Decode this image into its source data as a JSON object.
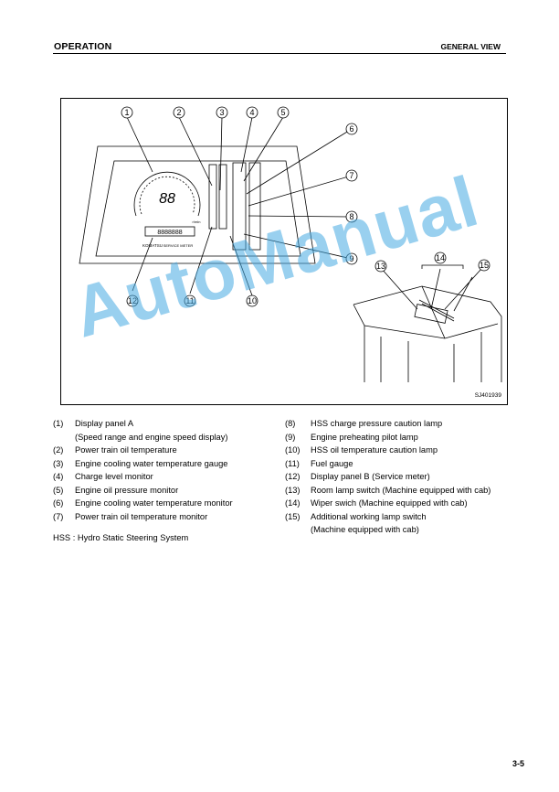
{
  "header": {
    "section": "OPERATION",
    "title": "GENERAL VIEW"
  },
  "figure": {
    "code": "SJ401939",
    "callouts": [
      "1",
      "2",
      "3",
      "4",
      "5",
      "6",
      "7",
      "8",
      "9",
      "10",
      "11",
      "12",
      "13",
      "14",
      "15"
    ],
    "panel": {
      "digits": "88",
      "counter": "8888888",
      "brand": "KOMATSU",
      "meter_caption": "SERVICE METER",
      "rpm_label": "r/min"
    }
  },
  "legend_left": [
    {
      "num": "(1)",
      "text": "Display panel A",
      "cont": "(Speed range and engine speed display)"
    },
    {
      "num": "(2)",
      "text": "Power train oil temperature"
    },
    {
      "num": "(3)",
      "text": "Engine cooling water temperature gauge"
    },
    {
      "num": "(4)",
      "text": "Charge level monitor"
    },
    {
      "num": "(5)",
      "text": "Engine oil pressure monitor"
    },
    {
      "num": "(6)",
      "text": "Engine cooling water temperature monitor"
    },
    {
      "num": "(7)",
      "text": "Power train oil temperature monitor"
    }
  ],
  "legend_right": [
    {
      "num": "(8)",
      "text": "HSS charge pressure caution lamp"
    },
    {
      "num": "(9)",
      "text": "Engine preheating pilot lamp"
    },
    {
      "num": "(10)",
      "text": "HSS oil temperature caution lamp"
    },
    {
      "num": "(11)",
      "text": "Fuel gauge"
    },
    {
      "num": "(12)",
      "text": "Display panel B (Service meter)"
    },
    {
      "num": "(13)",
      "text": "Room lamp switch (Machine equipped with cab)"
    },
    {
      "num": "(14)",
      "text": "Wiper swich (Machine equipped with cab)"
    },
    {
      "num": "(15)",
      "text": "Additional working lamp switch",
      "cont": "(Machine equipped with cab)"
    }
  ],
  "note": "HSS : Hydro Static Steering System",
  "page_number": "3-5",
  "watermark": "AutoManual",
  "colors": {
    "watermark": "#46aae1",
    "ink": "#000000"
  }
}
